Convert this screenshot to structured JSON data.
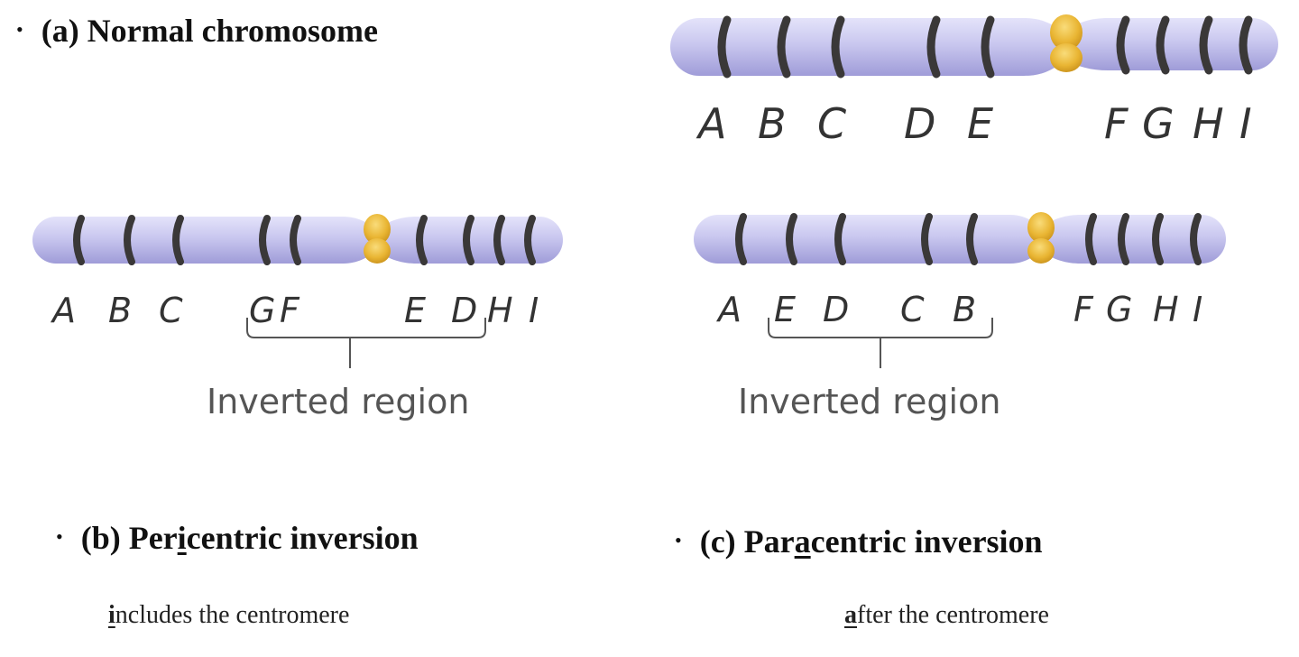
{
  "headings": {
    "normal": {
      "bullet": "•",
      "text": "(a) Normal chromosome"
    },
    "pericentric": {
      "bullet": "•",
      "pre": "(b) Per",
      "mark": "i",
      "post": "centric inversion"
    },
    "paracentric": {
      "bullet": "•",
      "pre": "(c) Par",
      "mark": "a",
      "post": "centric inversion"
    }
  },
  "notes": {
    "pericentric": {
      "mark": "i",
      "rest": "ncludes the centromere"
    },
    "paracentric": {
      "mark": "a",
      "rest": "fter the centromere"
    }
  },
  "chromosomes": {
    "normal": {
      "genes": [
        "A",
        "B",
        "C",
        "D",
        "E",
        "F",
        "G",
        "H",
        "I"
      ]
    },
    "pericentric": {
      "genes": [
        "A",
        "B",
        "C",
        "G",
        "F",
        "E",
        "D",
        "H",
        "I"
      ],
      "region_label": "Inverted region"
    },
    "paracentric": {
      "genes": [
        "A",
        "E",
        "D",
        "C",
        "B",
        "F",
        "G",
        "H",
        "I"
      ],
      "region_label": "Inverted region"
    }
  },
  "colors": {
    "body": "#c9c7ef",
    "body_shadow": "#9f9cd8",
    "band": "#3a3838",
    "centromere": "#e9b533",
    "centromere_dark": "#c8901a"
  }
}
